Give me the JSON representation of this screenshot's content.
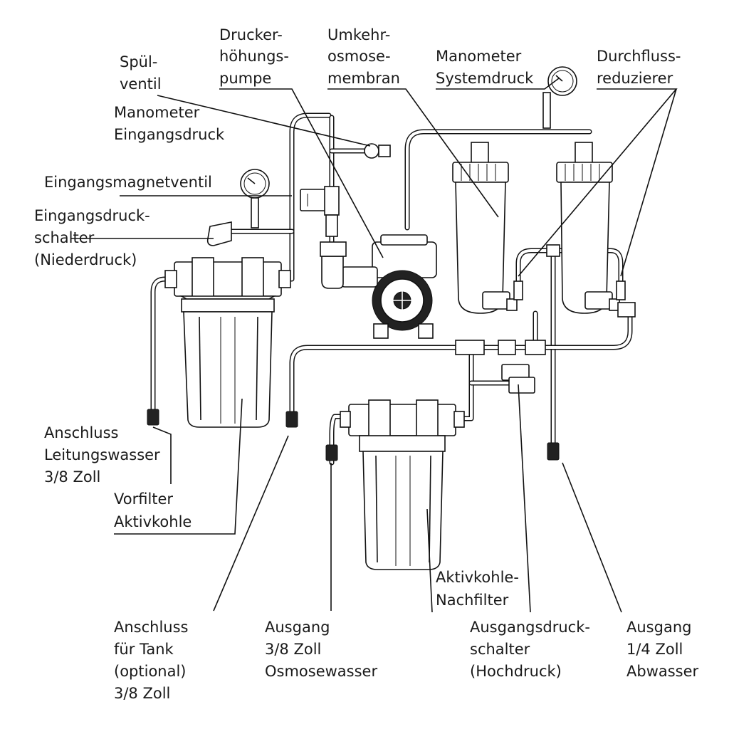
{
  "labels": {
    "druck1": "Drucker-",
    "druck2": "höhungs-",
    "druck3": "pumpe",
    "umk1": "Umkehr-",
    "umk2": "osmose-",
    "umk3": "membran",
    "manSys1": "Manometer",
    "manSys2": "Systemdruck",
    "durch1": "Durchfluss-",
    "durch2": "reduzierer",
    "spuel1": "Spül-",
    "spuel2": "ventil",
    "manEin1": "Manometer",
    "manEin2": "Eingangsdruck",
    "magnet": "Eingangsmagnetventil",
    "eds1": "Eingangsdruck-",
    "eds2": "schalter",
    "eds3": "(Niederdruck)",
    "anLw1": "Anschluss",
    "anLw2": "Leitungswasser",
    "anLw3": "3/8 Zoll",
    "vor1": "Vorfilter",
    "vor2": "Aktivkohle",
    "aktN1": "Aktivkohle-",
    "aktN2": "Nachfilter",
    "tank1": "Anschluss",
    "tank2": "für Tank",
    "tank3": "(optional)",
    "tank4": "3/8 Zoll",
    "ausO1": "Ausgang",
    "ausO2": "3/8 Zoll",
    "ausO3": "Osmosewasser",
    "ads1": "Ausgangsdruck-",
    "ads2": "schalter",
    "ads3": "(Hochdruck)",
    "ausA1": "Ausgang",
    "ausA2": "1/4 Zoll",
    "ausA3": "Abwasser"
  }
}
